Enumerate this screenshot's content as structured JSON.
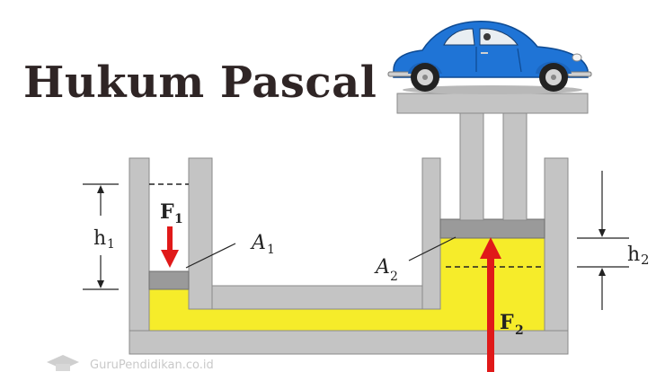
{
  "title": "Hukum Pascal",
  "labels": {
    "f1_main": "F",
    "f1_sub": "1",
    "h1_main": "h",
    "h1_sub": "1",
    "a1_main": "A",
    "a1_sub": "1",
    "a2_main": "A",
    "a2_sub": "2",
    "h2_main": "h",
    "h2_sub": "2",
    "f2_main": "F",
    "f2_sub": "2"
  },
  "watermark": "GuruPendidikan.co.id",
  "icons": {
    "car": "car-icon",
    "logo": "graduation-cap-icon"
  },
  "colors": {
    "fluid": "#f6ec2a",
    "wall": "#c4c4c4",
    "wall_edge": "#8a8a8a",
    "piston": "#9a9a9a",
    "force_arrow": "#e01919",
    "car_body": "#1f74d6",
    "title": "#2f2525"
  }
}
